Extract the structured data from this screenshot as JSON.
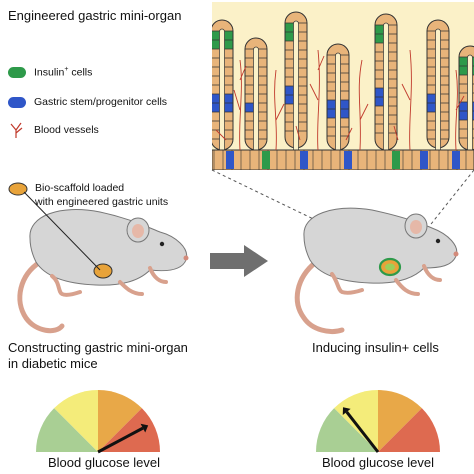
{
  "title": "Engineered gastric mini-organ",
  "legend": [
    {
      "main": "Insulin",
      "sup": "+",
      "rest": " cells",
      "color": "#2e9a4a",
      "icon": "insulin-cell-swatch"
    },
    {
      "main": "Gastric stem/progenitor cells",
      "sup": "",
      "rest": "",
      "color": "#2f56c8",
      "icon": "stem-cell-swatch"
    },
    {
      "main": "Blood vessels",
      "sup": "",
      "rest": "",
      "color": "#c0392b",
      "icon": "blood-vessel-icon"
    }
  ],
  "bioscaffold": {
    "line1": "Bio-scaffold loaded",
    "line2": "with engineered gastric units",
    "color": "#e8a33a"
  },
  "captions": {
    "left_line1": "Constructing gastric mini-organ",
    "left_line2": "in diabetic mice",
    "right": "Inducing insulin+ cells"
  },
  "gauges": {
    "left_label": "Blood glucose level",
    "right_label": "Blood glucose level",
    "zone_colors": [
      "#a9cf94",
      "#f4ec7a",
      "#e8a848",
      "#de6a50"
    ]
  },
  "colors": {
    "background_panel": "#fbf1c8",
    "epithelium": "#e8b47a",
    "mouse_body": "#d6d6d6",
    "tail": "#d8a18d",
    "arrow": "#6f6f6f"
  }
}
